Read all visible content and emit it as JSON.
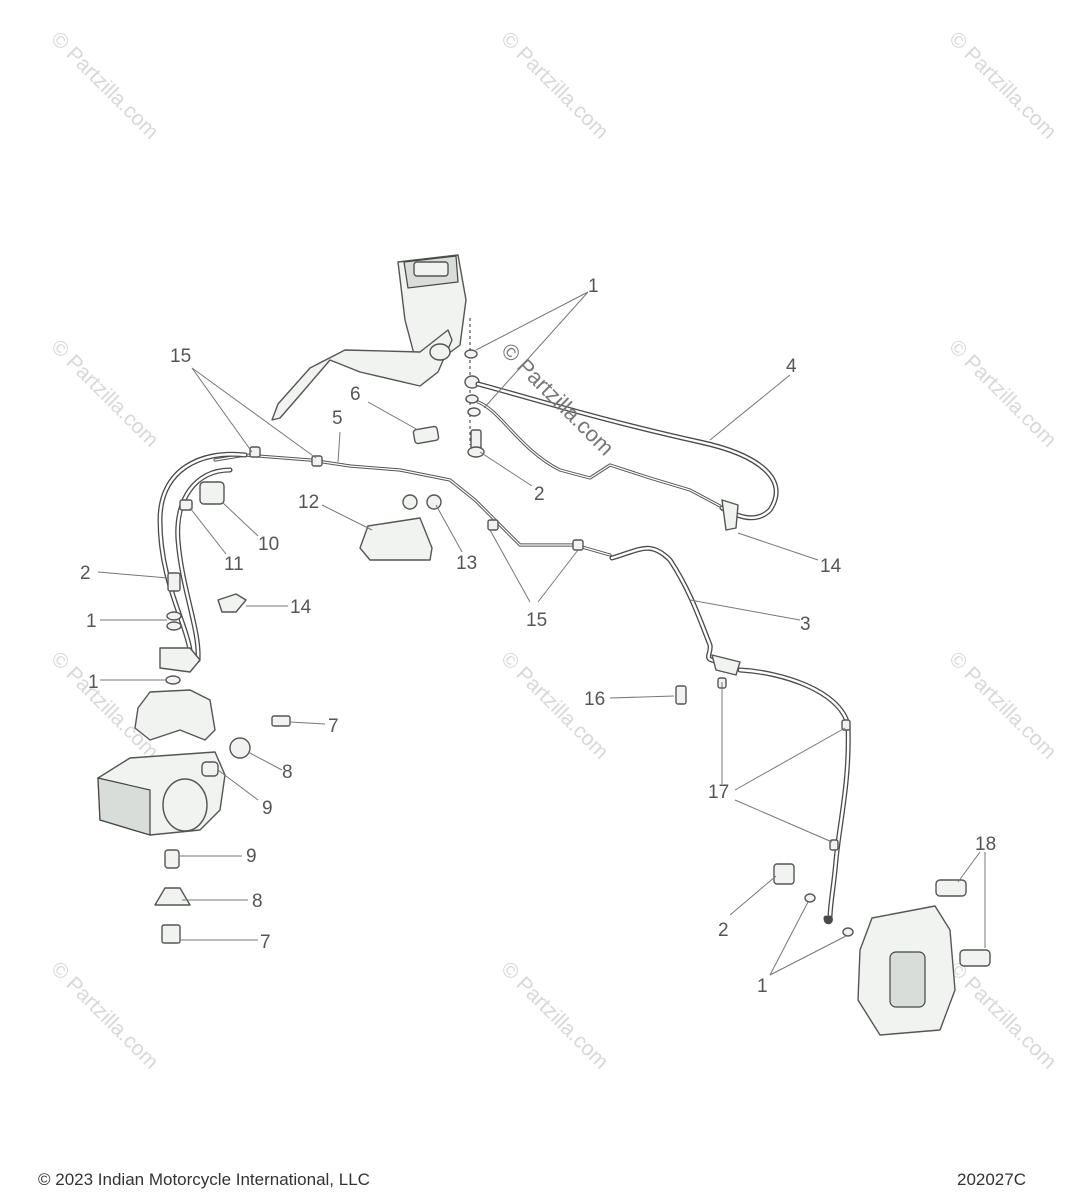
{
  "watermark": {
    "text": "© Partzilla.com"
  },
  "callouts": [
    "1",
    "1",
    "1",
    "1",
    "1",
    "2",
    "2",
    "2",
    "3",
    "4",
    "5",
    "6",
    "7",
    "7",
    "8",
    "8",
    "9",
    "9",
    "10",
    "11",
    "12",
    "13",
    "14",
    "14",
    "15",
    "15",
    "16",
    "17",
    "18"
  ],
  "footer": {
    "copyright": "© 2023 Indian Motorcycle International, LLC",
    "code": "202027C"
  }
}
